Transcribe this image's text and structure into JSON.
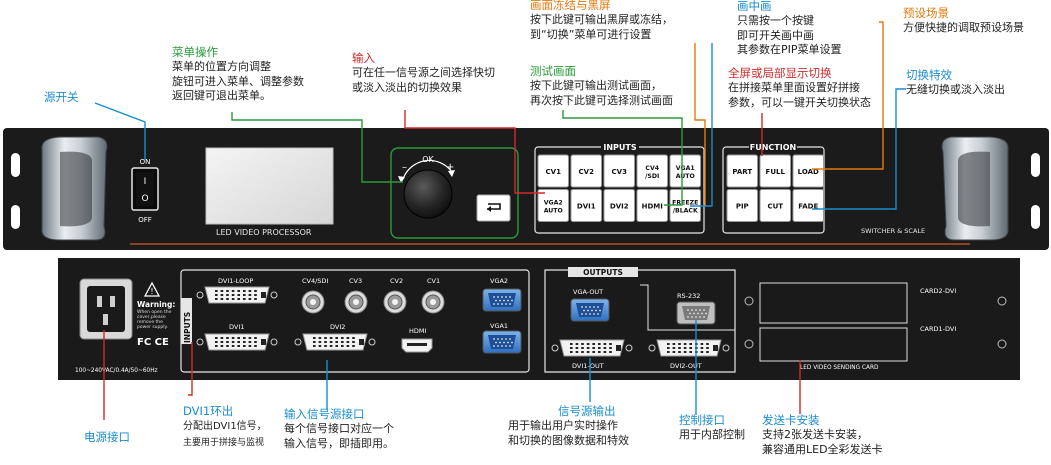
{
  "annotations": {
    "power_switch": {
      "title": "源开关"
    },
    "menu_operation": {
      "title": "菜单操作",
      "lines": [
        "菜单的位置方向调整",
        "旋钮可进入菜单、调整参数",
        "返回键可退出菜单。"
      ]
    },
    "input": {
      "title": "输入",
      "lines": [
        "可在任一信号源之间选择快切",
        "或淡入淡出的切换效果"
      ]
    },
    "freeze_black": {
      "title": "画面冻结与黑屏",
      "lines": [
        "按下此键可输出黑屏或冻结，",
        "到“切换”菜单可进行设置"
      ]
    },
    "test_pattern": {
      "title": "测试画面",
      "lines": [
        "按下此键可输出测试画面，",
        "再次按下此键可选择测试画面"
      ]
    },
    "pip": {
      "title": "画中画",
      "lines": [
        "只需按一个按键",
        "即可开关画中画",
        "其参数在PIP菜单设置"
      ]
    },
    "part_full": {
      "title": "全屏或局部显示切换",
      "lines": [
        "在拼接菜单里面设置好拼接",
        "参数，可以一键开关切换状态"
      ]
    },
    "preset": {
      "title": "预设场景",
      "lines": [
        "方便快捷的调取预设场景"
      ]
    },
    "transition": {
      "title": "切换特效",
      "lines": [
        "无缝切换或淡入淡出"
      ]
    },
    "power_socket": {
      "title": "电源接口"
    },
    "dvi1_loop": {
      "title": "DVI1环出",
      "lines": [
        "分配出DVI1信号，",
        "主要用于拼接与监视"
      ]
    },
    "input_ports": {
      "title": "输入信号源接口",
      "lines": [
        "每个信号接口对应一个",
        "输入信号，即插即用。"
      ]
    },
    "signal_output": {
      "title": "信号源输出",
      "lines": [
        "用于输出用户实时操作",
        "和切换的图像数据和特效"
      ]
    },
    "control_port": {
      "title": "控制接口",
      "lines": [
        "用于内部控制"
      ]
    },
    "sending_card": {
      "title": "发送卡安装",
      "lines": [
        "支持2张发送卡安装，",
        "兼容通用LED全彩发送卡"
      ]
    }
  },
  "front_panel": {
    "power_on": "ON",
    "power_off": "OFF",
    "power_i": "I",
    "power_o": "O",
    "lcd_label": "LED VIDEO PROCESSOR",
    "knob_ok": "OK",
    "knob_minus": "–",
    "knob_plus": "+",
    "inputs_title": "INPUTS",
    "input_buttons_row1": [
      "CV1",
      "CV2",
      "CV3",
      "CV4\n/SDI",
      "VGA1\nAUTO"
    ],
    "input_buttons_row2": [
      "VGA2\nAUTO",
      "DVI1",
      "DVI2",
      "HDMI",
      "FREEZE\n/BLACK"
    ],
    "function_title": "FUNCTION",
    "function_row1": [
      "PART",
      "FULL",
      "LOAD"
    ],
    "function_row2": [
      "PIP",
      "CUT",
      "FADE"
    ],
    "brand": "SWITCHER & SCALE"
  },
  "rear_panel": {
    "warning_title": "Warning:",
    "warning_lines": [
      "When open the",
      "cover,please",
      "remove the",
      "power supply."
    ],
    "cert": "FC CE",
    "power_rating": "100~240VAC/0.4A/50~60Hz",
    "inputs_vertical": "INPUTS",
    "dvi1_loop": "DVI1-LOOP",
    "dvi1": "DVI1",
    "cv4_sdi": "CV4/SDI",
    "cv3": "CV3",
    "cv2": "CV2",
    "cv1": "CV1",
    "dvi2": "DVI2",
    "hdmi": "HDMI",
    "vga2": "VGA2",
    "vga1": "VGA1",
    "outputs_title": "OUTPUTS",
    "vga_out": "VGA-OUT",
    "rs232": "RS-232",
    "dvi1_out": "DVI1-OUT",
    "dvi2_out": "DVI2-OUT",
    "card2": "CARD2-DVI",
    "card1": "CARD1-DVI",
    "sending_card": "LED VIDEO SENDING CARD"
  },
  "colors": {
    "green": "#2a9a3a",
    "red": "#d12a2a",
    "orange": "#e07a10",
    "blue": "#1a8ccf",
    "panel": "#1a1a1a"
  }
}
